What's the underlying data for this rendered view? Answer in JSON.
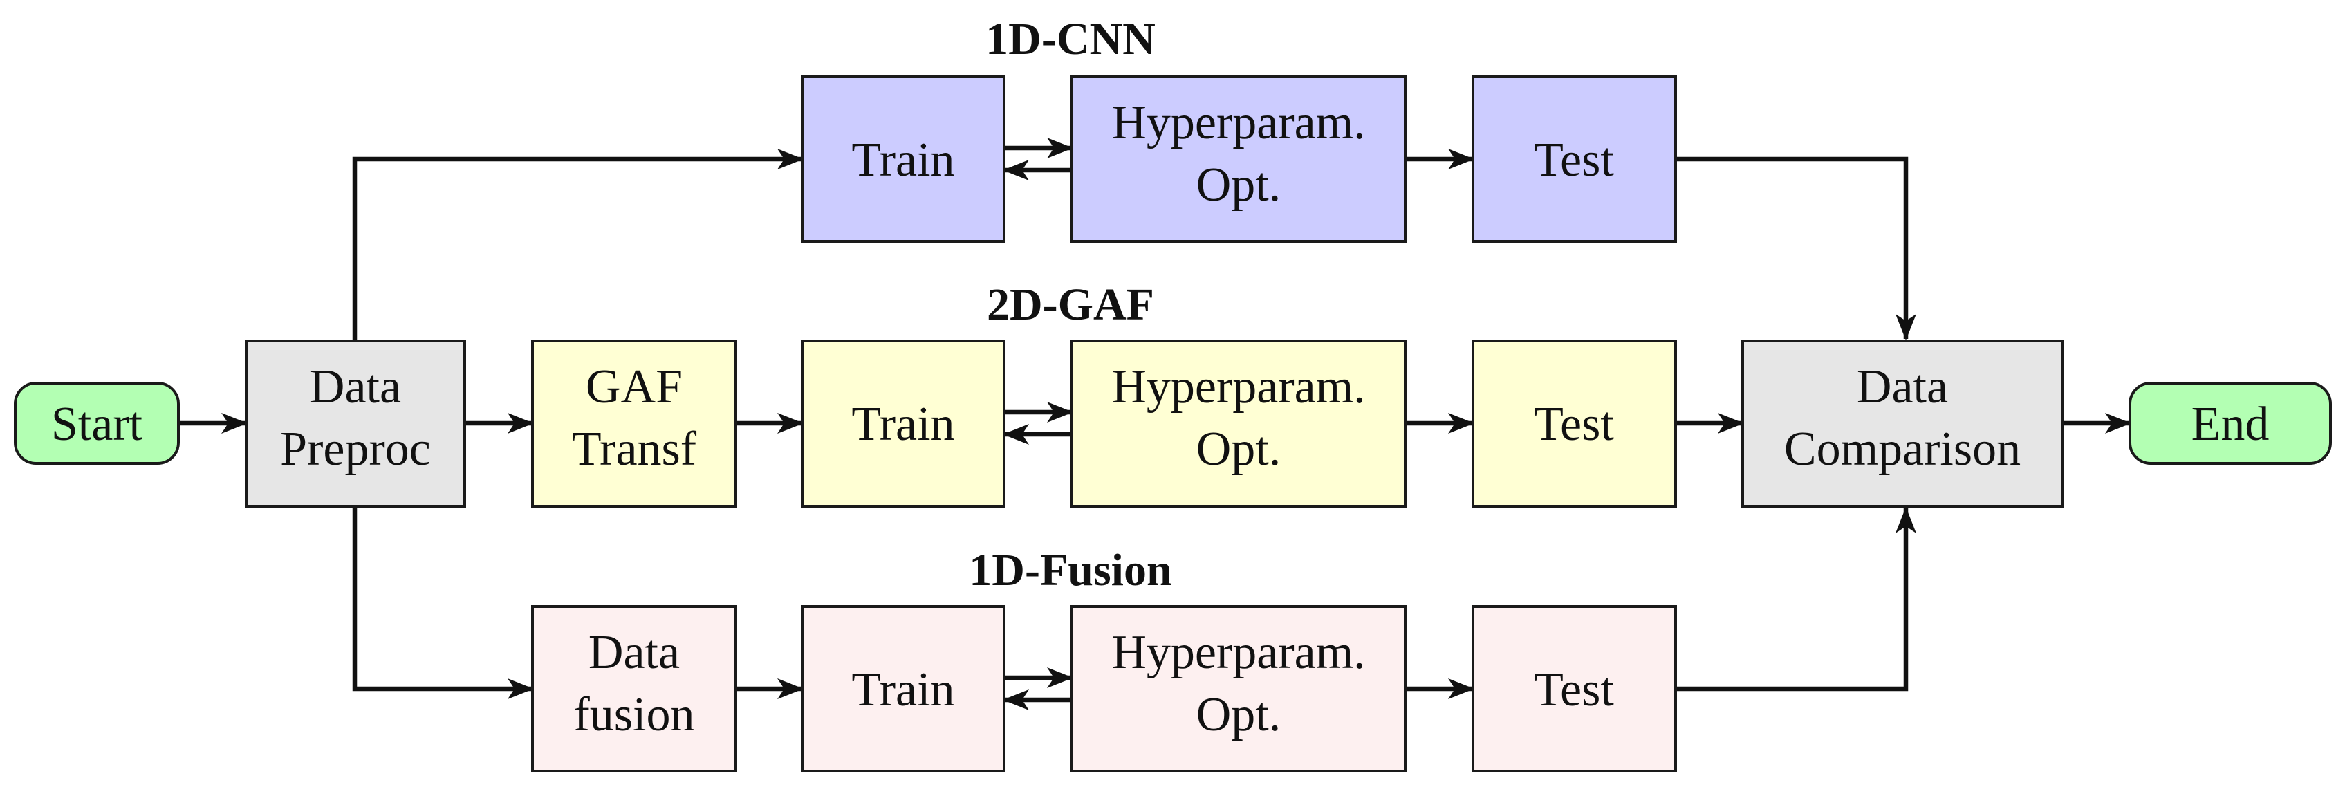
{
  "colors": {
    "cnn": "#ccccff",
    "gaf": "#ffffd4",
    "fusion": "#fdf0f0",
    "neutral": "#e6e6e6",
    "terminal": "#b3ffb3"
  },
  "branches": {
    "cnn": {
      "label": "1D-CNN",
      "train": "Train",
      "hyper": [
        "Hyperparam.",
        "Opt."
      ],
      "test": "Test"
    },
    "gaf": {
      "label": "2D-GAF",
      "transform": [
        "GAF",
        "Transf"
      ],
      "train": "Train",
      "hyper": [
        "Hyperparam.",
        "Opt."
      ],
      "test": "Test"
    },
    "fusion": {
      "label": "1D-Fusion",
      "fusion": [
        "Data",
        "fusion"
      ],
      "train": "Train",
      "hyper": [
        "Hyperparam.",
        "Opt."
      ],
      "test": "Test"
    }
  },
  "start": "Start",
  "preproc": [
    "Data",
    "Preproc"
  ],
  "comparison": [
    "Data",
    "Comparison"
  ],
  "end": "End"
}
